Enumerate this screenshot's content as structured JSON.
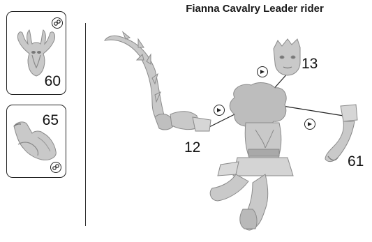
{
  "title": "Fianna Cavalry Leader rider",
  "sidebar": {
    "cards": [
      {
        "part_number": "60",
        "icon": "assembly-icon"
      },
      {
        "part_number": "65",
        "icon": "assembly-icon"
      }
    ]
  },
  "parts": [
    {
      "number": "13",
      "name": "head"
    },
    {
      "number": "12",
      "name": "sword-arm"
    },
    {
      "number": "61",
      "name": "left-arm"
    }
  ],
  "colors": {
    "part_fill": "#c9c9c9",
    "part_shade": "#9a9a9a",
    "line": "#222222"
  }
}
